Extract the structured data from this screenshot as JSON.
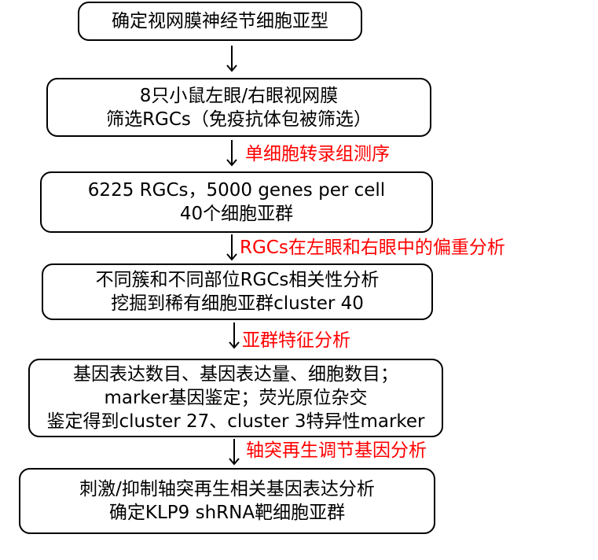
{
  "colors": {
    "step_label": "#ff0000",
    "box_border": "#000000",
    "text": "#000000"
  },
  "steps": [
    {
      "lines": [
        "确定视网膜神经节细胞亚型"
      ]
    },
    {
      "lines": [
        "8只小鼠左眼/右眼视网膜",
        "筛选RGCs（免疫抗体包被筛选）"
      ]
    },
    {
      "lines": [
        "6225 RGCs，5000 genes per cell",
        "40个细胞亚群"
      ]
    },
    {
      "lines": [
        "不同簇和不同部位RGCs相关性分析",
        "挖掘到稀有细胞亚群cluster 40"
      ]
    },
    {
      "lines": [
        "基因表达数目、基因表达量、细胞数目；",
        "marker基因鉴定；荧光原位杂交",
        "鉴定得到cluster 27、cluster 3特异性marker"
      ]
    },
    {
      "lines": [
        "刺激/抑制轴突再生相关基因表达分析",
        "确定KLP9 shRNA靶细胞亚群"
      ]
    }
  ],
  "transitions": [
    {
      "label": ""
    },
    {
      "label": "单细胞转录组测序"
    },
    {
      "label": "RGCs在左眼和右眼中的偏重分析"
    },
    {
      "label": "亚群特征分析"
    },
    {
      "label": "轴突再生调节基因分析"
    }
  ]
}
